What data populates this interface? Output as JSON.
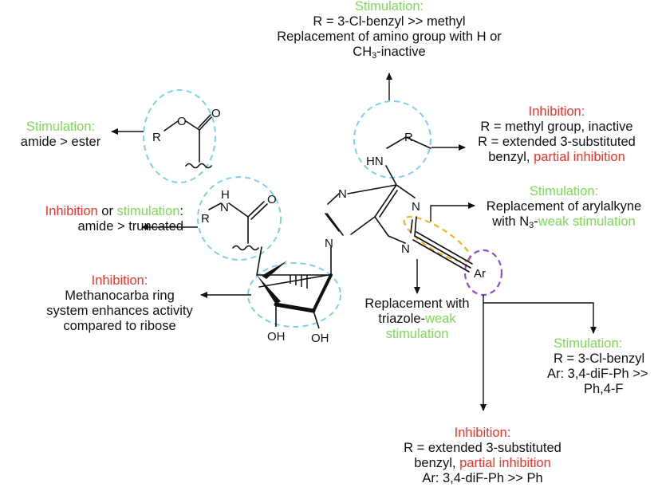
{
  "colors": {
    "stimulation": "#7ed957",
    "inhibition": "#e8342a",
    "circle": "#7fd0e6",
    "alkyne_oval": "#f0b429",
    "aryl_oval": "#8a4fd6"
  },
  "top": {
    "heading": "Stimulation:",
    "line1": "R = 3-Cl-benzyl >> methyl",
    "line2": "Replacement of amino group with H or",
    "line3_main": "CH",
    "line3_sub": "3",
    "line3_tail": "-inactive"
  },
  "right_inhibition": {
    "heading": "Inhibition:",
    "line1": "R = methyl group, inactive",
    "line2": "R = extended 3-substituted",
    "line3_a": "benzyl, ",
    "line3_b": "partial inhibition"
  },
  "right_stimulation": {
    "heading": "Stimulation:",
    "line1": "Replacement of arylalkyne",
    "line2_a": "with N",
    "line2_sub": "3",
    "line2_b": "-",
    "line2_c": "weak stimulation"
  },
  "ester": {
    "heading": "Stimulation:",
    "line1": "amide > ester"
  },
  "amide": {
    "part1": "Inhibition",
    "part2": " or ",
    "part3": "stimulation",
    "part4": ":",
    "line1": "amide > truncated"
  },
  "methanocarba": {
    "heading": "Inhibition:",
    "line1": "Methanocarba ring",
    "line2": "system enhances activity",
    "line3": "compared to ribose"
  },
  "triazole": {
    "line1": "Replacement with",
    "line2_a": "triazole-",
    "line2_b": "weak",
    "line3": "stimulation"
  },
  "aryl_stimulation": {
    "heading": "Stimulation:",
    "line1": "R = 3-Cl-benzyl",
    "line2": "Ar: 3,4-diF-Ph >>",
    "line3": "Ph,4-F"
  },
  "bottom_inhibition": {
    "heading": "Inhibition:",
    "line1": "R = extended  3-substituted",
    "line2_a": "benzyl, ",
    "line2_b": "partial inhibition",
    "line3": "Ar: 3,4-diF-Ph >> Ph"
  },
  "atoms": {
    "R_top": "R",
    "HN": "HN",
    "N1": "N",
    "N3": "N",
    "N7": "N",
    "N9": "N",
    "O_ester": "O",
    "R_ester": "R",
    "H_amide": "H",
    "N_amide": "N",
    "R_amide": "R",
    "Ar": "Ar",
    "OH1": "OH",
    "OH2": "OH"
  }
}
